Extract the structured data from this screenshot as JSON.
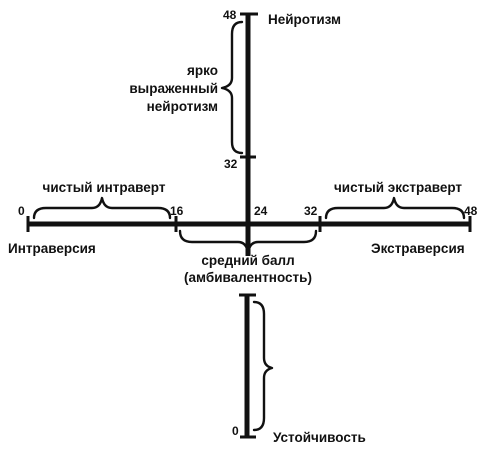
{
  "poles": {
    "top": "Нейротизм",
    "bottom": "Устойчивость",
    "left": "Интраверсия",
    "right": "Экстраверсия"
  },
  "ticks": {
    "v_top": "48",
    "v_mid": "32",
    "v_bottom": "0",
    "h_left": "0",
    "h_16": "16",
    "h_24": "24",
    "h_32": "32",
    "h_right": "48"
  },
  "annotations": {
    "neuroticism": [
      "ярко",
      "выраженный",
      "нейротизм"
    ],
    "introvert": "чистый интраверт",
    "extravert": "чистый экстраверт",
    "average": [
      "средний балл",
      "(амбивалентность)"
    ]
  },
  "colors": {
    "ink": "#111111",
    "background": "#ffffff"
  }
}
